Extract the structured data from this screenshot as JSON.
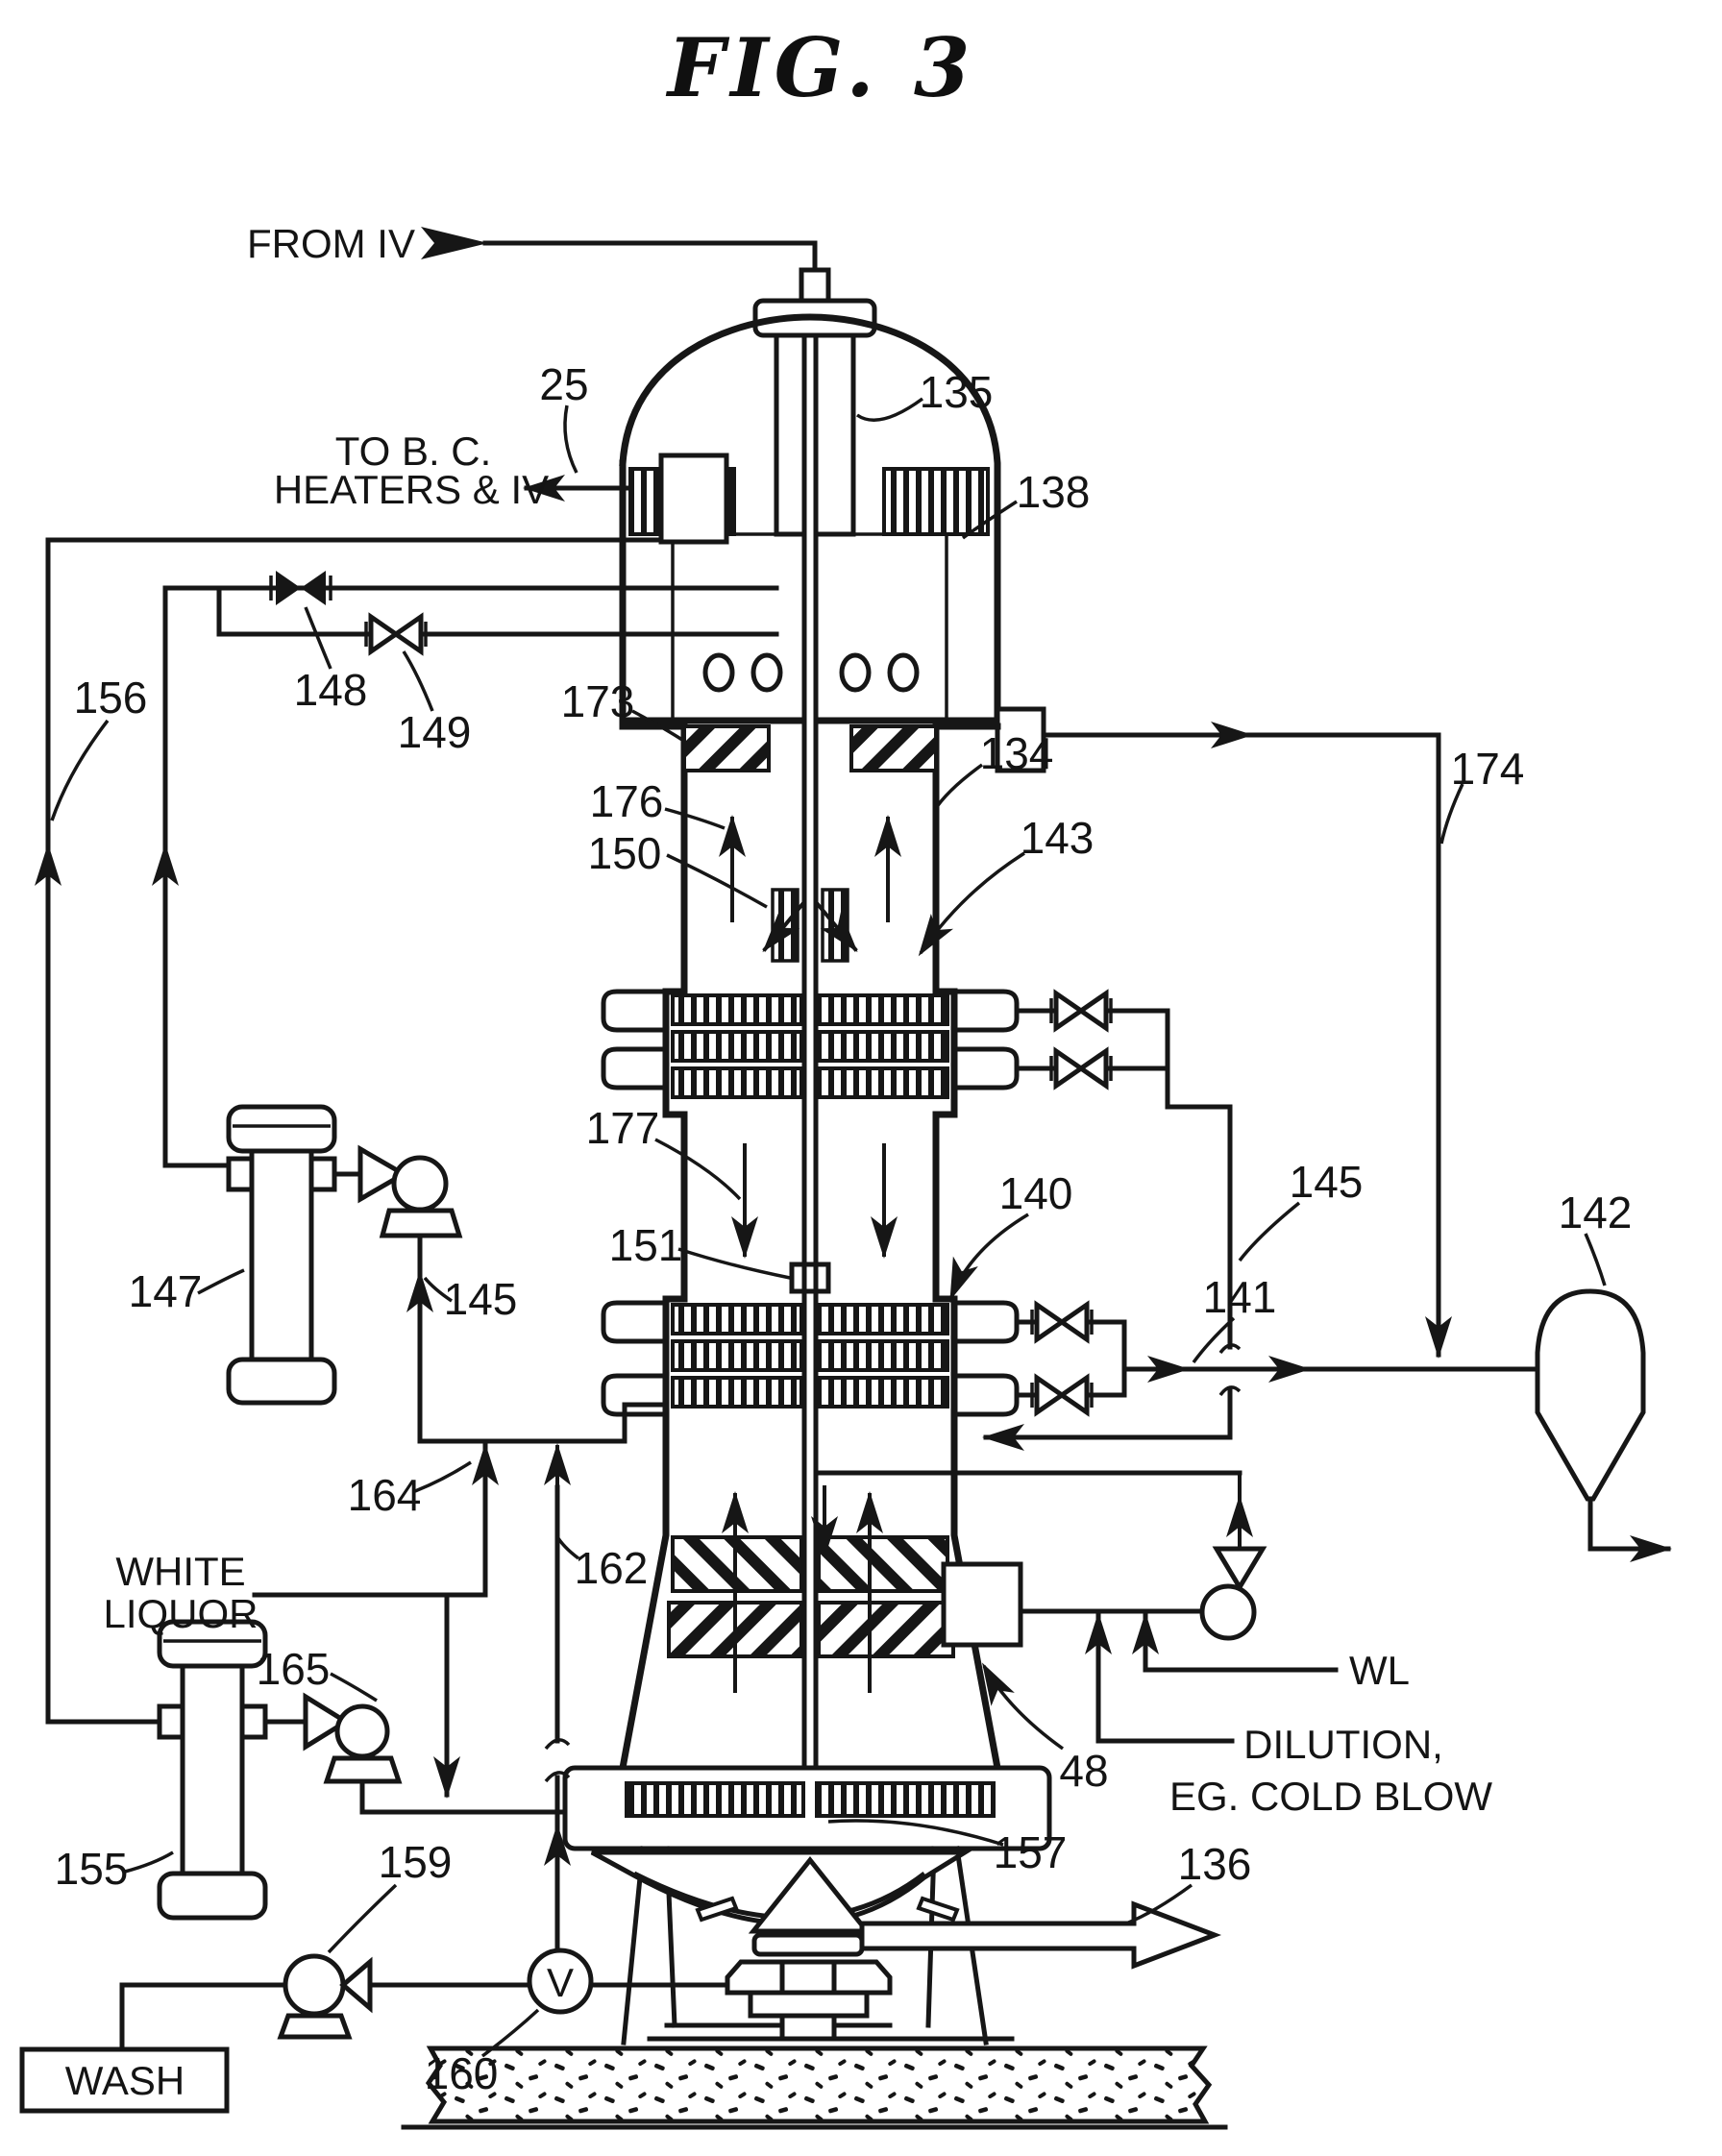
{
  "figure": {
    "title": "FIG.  3"
  },
  "texts": {
    "from_iv": "FROM IV",
    "to_bc_1": "TO B. C.",
    "to_bc_2": "HEATERS & IV",
    "white_liquor_1": "WHITE",
    "white_liquor_2": "LIQUOR",
    "wash": "WASH",
    "wl": "WL",
    "dilution_1": "DILUTION,",
    "dilution_2": "EG. COLD BLOW",
    "flow_meter_symbol": "V"
  },
  "labels": {
    "n25": "25",
    "n48": "48",
    "n134": "134",
    "n135": "135",
    "n136": "136",
    "n138": "138",
    "n140": "140",
    "n141": "141",
    "n142": "142",
    "n143": "143",
    "n145": "145",
    "n147": "147",
    "n148": "148",
    "n149": "149",
    "n150": "150",
    "n151": "151",
    "n155": "155",
    "n156": "156",
    "n157": "157",
    "n159": "159",
    "n160": "160",
    "n162": "162",
    "n164": "164",
    "n165": "165",
    "n173": "173",
    "n174": "174",
    "n176": "176",
    "n177": "177"
  }
}
